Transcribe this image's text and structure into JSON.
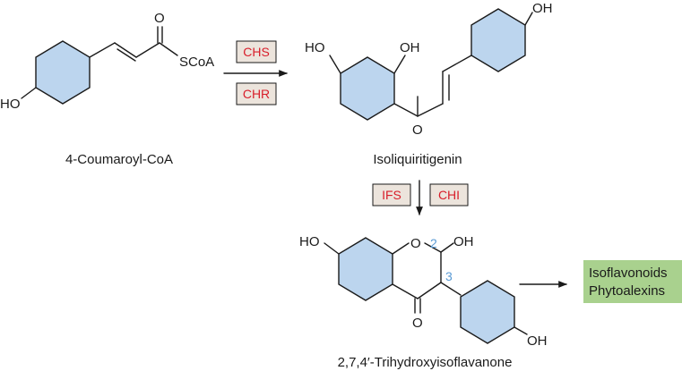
{
  "colors": {
    "ring_fill": "#bcd5ee",
    "enzyme_box_fill": "#ece4dc",
    "enzyme_text": "#d81e2a",
    "product_box_fill": "#a9d18e",
    "position_number": "#5a9bd5",
    "line": "#1a1a1a"
  },
  "compounds": {
    "coumaroyl": {
      "name": "4-Coumaroyl-CoA",
      "atoms": {
        "carbonyl_o": "O",
        "thioester": "SCoA",
        "hydroxyl": "HO"
      }
    },
    "isoliquiritigenin": {
      "name": "Isoliquiritigenin",
      "atoms": {
        "ho_left": "HO",
        "oh_mid": "OH",
        "oh_top": "OH",
        "carbonyl_o": "O"
      }
    },
    "isoflavanone": {
      "name": "2,7,4′-Trihydroxyisoflavanone",
      "atoms": {
        "ho_left": "HO",
        "ring_o": "O",
        "oh_c2": "OH",
        "carbonyl_o": "O",
        "oh_bottom": "OH"
      },
      "positions": {
        "c2": "2",
        "c3": "3"
      }
    }
  },
  "enzymes": {
    "step1": [
      "CHS",
      "CHR"
    ],
    "step2": [
      "IFS",
      "CHI"
    ]
  },
  "products": [
    "Isoflavonoids",
    "Phytoalexins"
  ]
}
